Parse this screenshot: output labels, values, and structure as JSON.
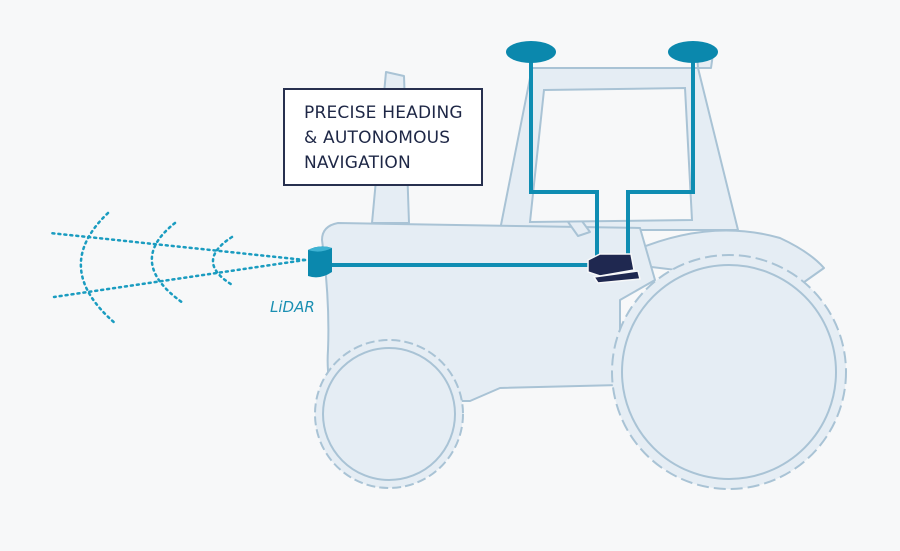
{
  "callout": {
    "lines": [
      "PRECISE HEADING",
      "& AUTONOMOUS",
      "NAVIGATION"
    ]
  },
  "lidar": {
    "label": "LiDAR"
  },
  "colors": {
    "background": "#f7f8f9",
    "tractor_fill": "#e5edf4",
    "tractor_outline": "#a9c3d5",
    "cable": "#0f8db2",
    "antenna": "#0b88ad",
    "receiver": "#1f2850",
    "callout_border": "#27304f"
  },
  "icons": {
    "antenna_left": "gnss-antenna-icon",
    "antenna_right": "gnss-antenna-icon",
    "receiver": "navigation-receiver-icon",
    "lidar": "lidar-sensor-icon"
  }
}
